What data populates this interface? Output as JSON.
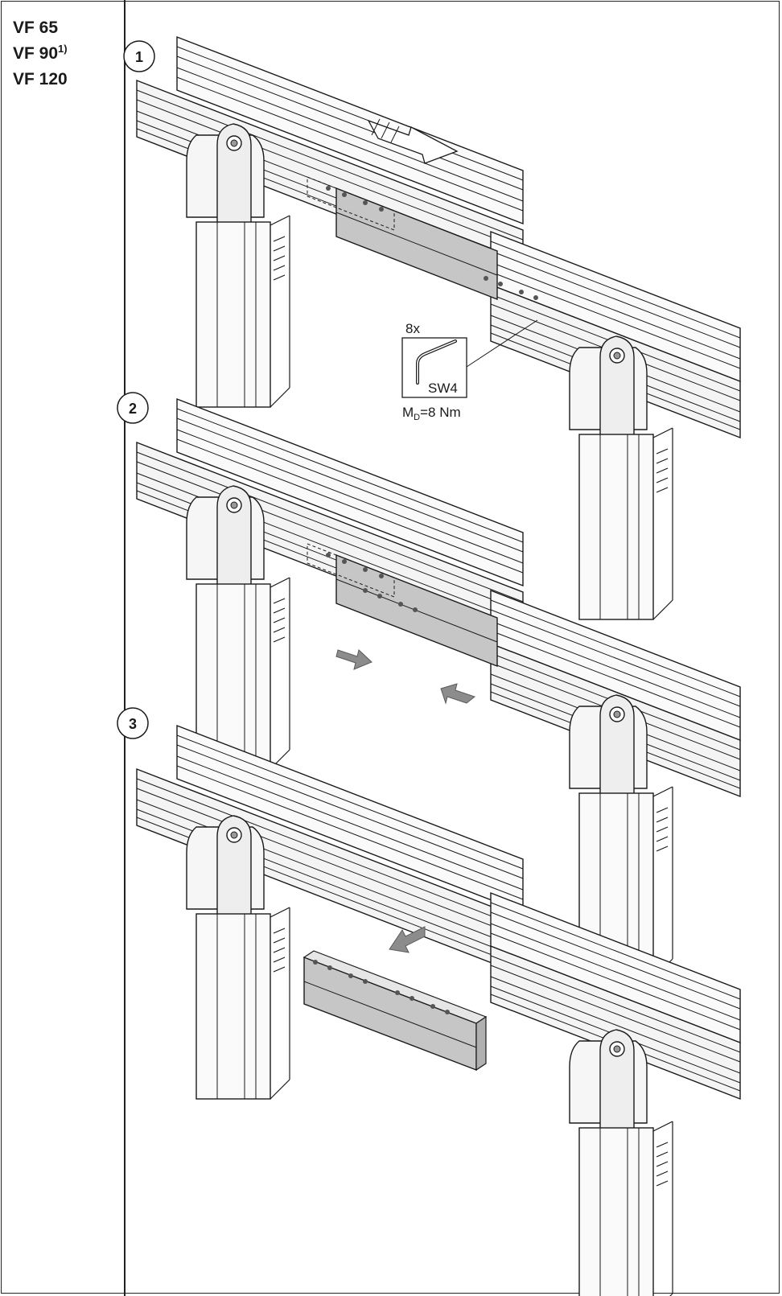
{
  "models": {
    "items": [
      {
        "label": "VF 65",
        "sup": ""
      },
      {
        "label": "VF 90",
        "sup": "1)"
      },
      {
        "label": "VF 120",
        "sup": ""
      }
    ]
  },
  "steps": [
    {
      "number": "1"
    },
    {
      "number": "2"
    },
    {
      "number": "3"
    }
  ],
  "callout": {
    "quantity": "8x",
    "tool": "SW4",
    "torque_prefix": "M",
    "torque_sub": "D",
    "torque_value": "=8 Nm"
  },
  "colors": {
    "line": "#1a1a1a",
    "profile_fill": "#f4f4f4",
    "plate_fill": "#c6c6c6",
    "arrow_fill": "#8c8c8c"
  }
}
